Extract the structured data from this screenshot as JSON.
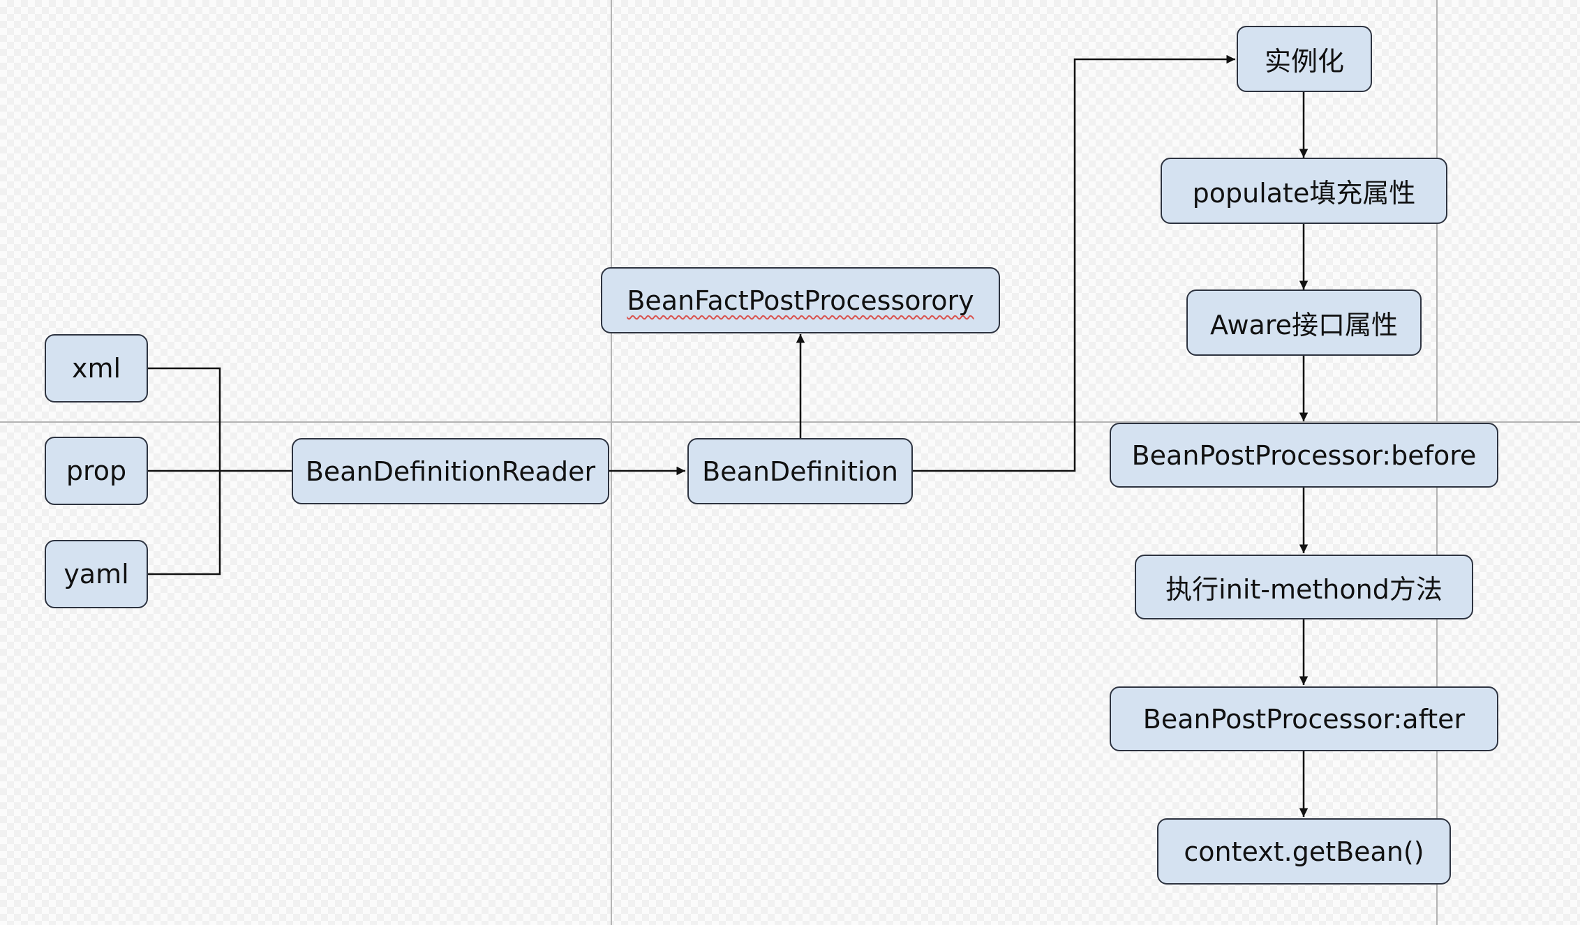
{
  "nodes": {
    "xml": "xml",
    "prop": "prop",
    "yaml": "yaml",
    "reader": "BeanDefinitionReader",
    "definition": "BeanDefinition",
    "factory_post_processor": "BeanFactPostProcessorory",
    "instantiate": "实例化",
    "populate": "populate填充属性",
    "aware": "Aware接口属性",
    "post_before": "BeanPostProcessor:before",
    "init_method": "执行init-methond方法",
    "post_after": "BeanPostProcessor:after",
    "get_bean": "context.getBean()"
  },
  "colors": {
    "node_fill": "#d5e2f1",
    "node_border": "#2d3340",
    "connector": "#111111",
    "guide_line": "#b4b4b4",
    "spellcheck_underline": "#d9534f"
  }
}
